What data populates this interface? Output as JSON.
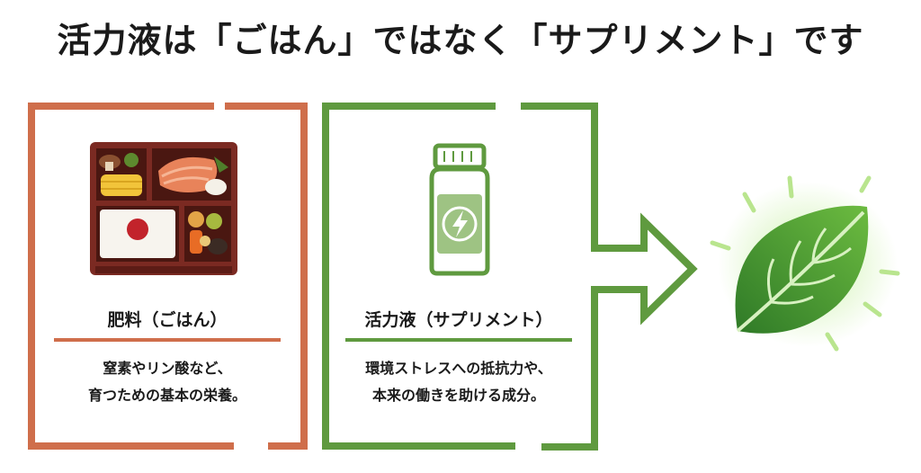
{
  "title": "活力液は「ごはん」ではなく「サプリメント」です",
  "left_box": {
    "label": "肥料（ごはん）",
    "desc_lines": [
      "窒素やリン酸など、",
      "育つための基本の栄養。"
    ],
    "icon": "bento-box-icon",
    "color": "#cf6e4b"
  },
  "right_box": {
    "label": "活力液（サプリメント）",
    "desc_lines": [
      "環境ストレスへの抵抗力や、",
      "本来の働きを助ける成分。"
    ],
    "icon": "supplement-bottle-icon",
    "color": "#5f9a3f"
  },
  "arrow_icon": "right-arrow-icon",
  "result_icon": "glowing-leaf-icon"
}
